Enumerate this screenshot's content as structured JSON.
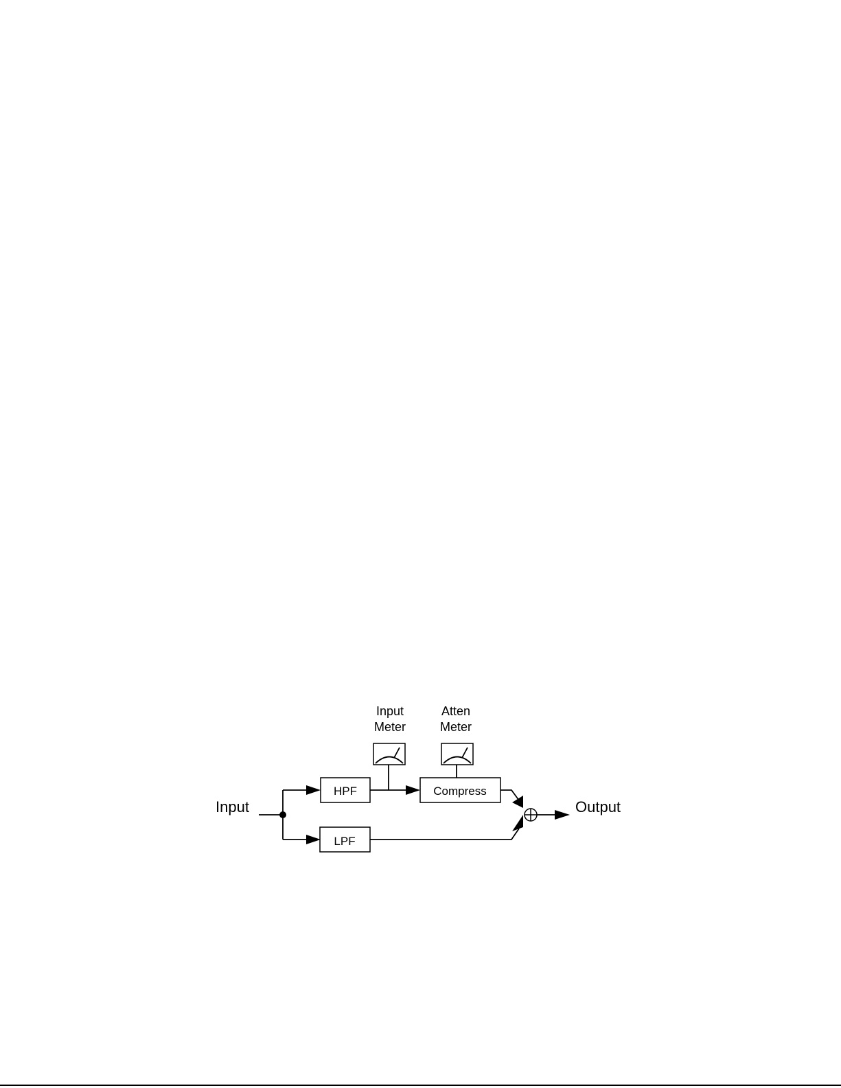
{
  "diagram": {
    "input_label": "Input",
    "output_label": "Output",
    "hpf_label": "HPF",
    "lpf_label": "LPF",
    "compress_label": "Compress",
    "input_meter_line1": "Input",
    "input_meter_line2": "Meter",
    "atten_meter_line1": "Atten",
    "atten_meter_line2": "Meter"
  }
}
